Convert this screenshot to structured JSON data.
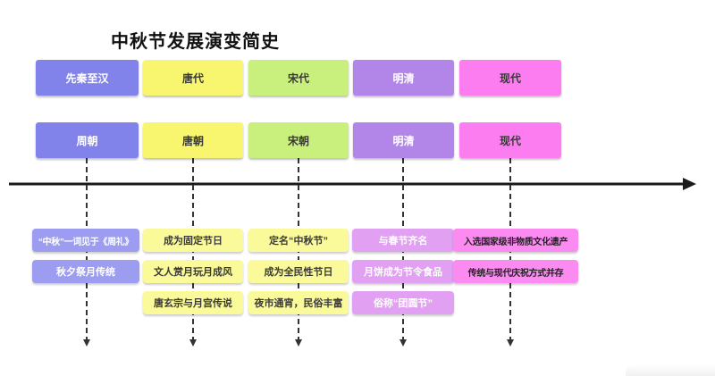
{
  "title": "中秋节发展演变简史",
  "colors": {
    "col1_era": "#8283ea",
    "col1_event": "#9c9df0",
    "col2_era": "#f7f66e",
    "col2_event": "#fafa9b",
    "col3_era": "#c9f07d",
    "col3_event": "#fafa9b",
    "col4_era": "#b286e9",
    "col4_event": "#e2a0f2",
    "col5_era": "#fb7df0",
    "col5_event": "#fb8bf1",
    "timeline": "#1a1a1a"
  },
  "columns": [
    {
      "era_top": "先秦至汉",
      "era_bottom": "周朝",
      "events": [
        "“中秋”一词见于《周礼》",
        "秋夕祭月传统"
      ]
    },
    {
      "era_top": "唐代",
      "era_bottom": "唐朝",
      "events": [
        "成为固定节日",
        "文人赏月玩月成风",
        "唐玄宗与月宫传说"
      ]
    },
    {
      "era_top": "宋代",
      "era_bottom": "宋朝",
      "events": [
        "定名“中秋节”",
        "成为全民性节日",
        "夜市通宵，民俗丰富"
      ]
    },
    {
      "era_top": "明清",
      "era_bottom": "明清",
      "events": [
        "与春节齐名",
        "月饼成为节令食品",
        "俗称“团圆节”"
      ]
    },
    {
      "era_top": "现代",
      "era_bottom": "现代",
      "events": [
        "入选国家级非物质文化遗产",
        "传统与现代庆祝方式并存"
      ]
    }
  ]
}
